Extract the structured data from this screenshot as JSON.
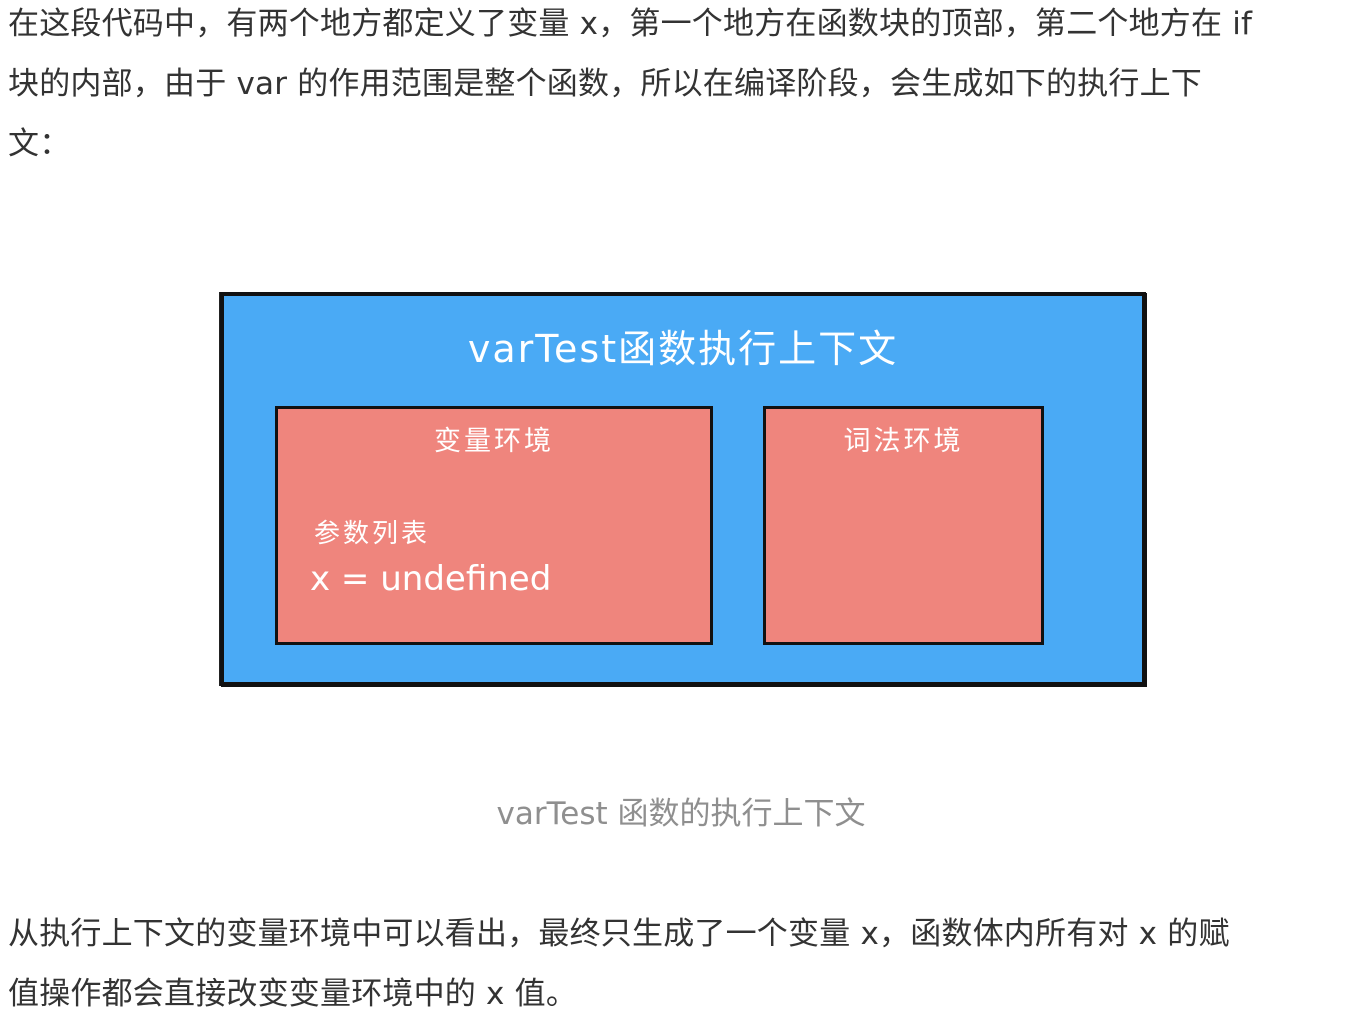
{
  "paragraph_1": {
    "lines": [
      "在这段代码中，有两个地方都定义了变量 x，第一个地方在函数块的顶部，第二个地方在 if",
      "块的内部，由于 var 的作用范围是整个函数，所以在编译阶段，会生成如下的执行上下",
      "文："
    ]
  },
  "diagram": {
    "title": "varTest函数执行上下文",
    "variable_environment": {
      "title": "变量环境",
      "param_label": "参数列表",
      "param_value": "x = undefined"
    },
    "lexical_environment": {
      "title": "词法环境"
    },
    "colors": {
      "outer": "#4aaaf5",
      "inner": "#ef857d",
      "border": "#111111"
    }
  },
  "caption": "varTest 函数的执行上下文",
  "paragraph_2": {
    "lines": [
      "从执行上下文的变量环境中可以看出，最终只生成了一个变量 x，函数体内所有对 x 的赋",
      "值操作都会直接改变变量环境中的 x 值。"
    ]
  }
}
